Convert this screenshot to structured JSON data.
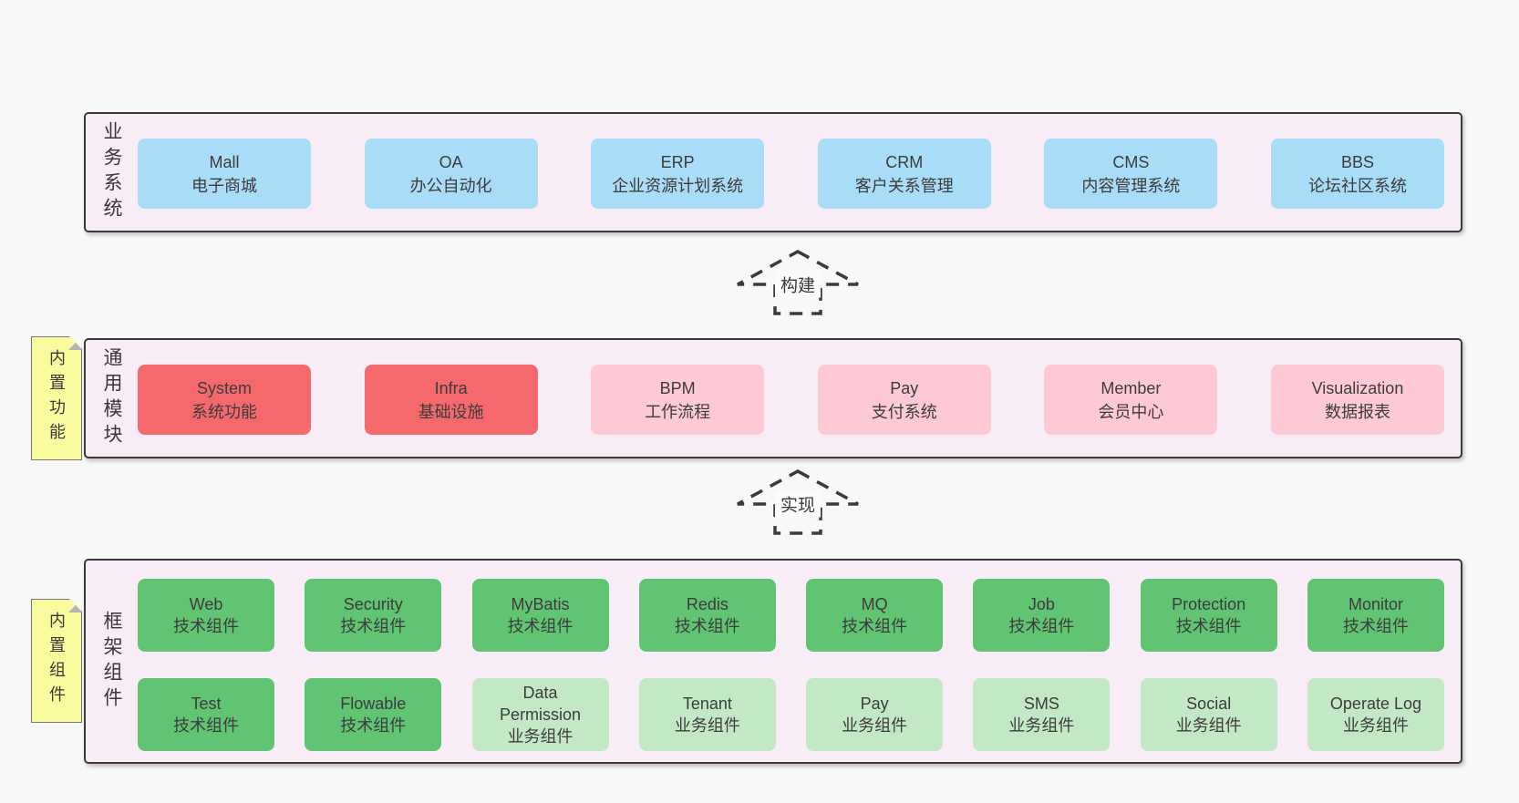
{
  "palette": {
    "page_bg": "#f8f8f8",
    "layer_bg": "#f8ecf6",
    "layer_border": "#3b3b3b",
    "blue_box": "#a9dcf7",
    "red_box": "#f5696d",
    "pink_box": "#fdc9d4",
    "green_box": "#61c473",
    "light_green_box": "#c3e8c6",
    "note_bg": "#fafa9e",
    "text": "#3c3c3c"
  },
  "business": {
    "label": "业务系统",
    "items": [
      {
        "name": "Mall",
        "desc": "电子商城"
      },
      {
        "name": "OA",
        "desc": "办公自动化"
      },
      {
        "name": "ERP",
        "desc": "企业资源计划系统"
      },
      {
        "name": "CRM",
        "desc": "客户关系管理"
      },
      {
        "name": "CMS",
        "desc": "内容管理系统"
      },
      {
        "name": "BBS",
        "desc": "论坛社区系统"
      }
    ]
  },
  "arrows": {
    "build": "构建",
    "implement": "实现"
  },
  "modules": {
    "label": "通用模块",
    "note": "内置功能",
    "items": [
      {
        "name": "System",
        "desc": "系统功能"
      },
      {
        "name": "Infra",
        "desc": "基础设施"
      },
      {
        "name": "BPM",
        "desc": "工作流程"
      },
      {
        "name": "Pay",
        "desc": "支付系统"
      },
      {
        "name": "Member",
        "desc": "会员中心"
      },
      {
        "name": "Visualization",
        "desc": "数据报表"
      }
    ]
  },
  "components": {
    "label": "框架组件",
    "note": "内置组件",
    "row1": [
      {
        "name": "Web",
        "desc": "技术组件"
      },
      {
        "name": "Security",
        "desc": "技术组件"
      },
      {
        "name": "MyBatis",
        "desc": "技术组件"
      },
      {
        "name": "Redis",
        "desc": "技术组件"
      },
      {
        "name": "MQ",
        "desc": "技术组件"
      },
      {
        "name": "Job",
        "desc": "技术组件"
      },
      {
        "name": "Protection",
        "desc": "技术组件"
      },
      {
        "name": "Monitor",
        "desc": "技术组件"
      }
    ],
    "row2": [
      {
        "name": "Test",
        "desc": "技术组件"
      },
      {
        "name": "Flowable",
        "desc": "技术组件"
      },
      {
        "name": "Data Permission",
        "desc": "业务组件"
      },
      {
        "name": "Tenant",
        "desc": "业务组件"
      },
      {
        "name": "Pay",
        "desc": "业务组件"
      },
      {
        "name": "SMS",
        "desc": "业务组件"
      },
      {
        "name": "Social",
        "desc": "业务组件"
      },
      {
        "name": "Operate Log",
        "desc": "业务组件"
      }
    ]
  }
}
